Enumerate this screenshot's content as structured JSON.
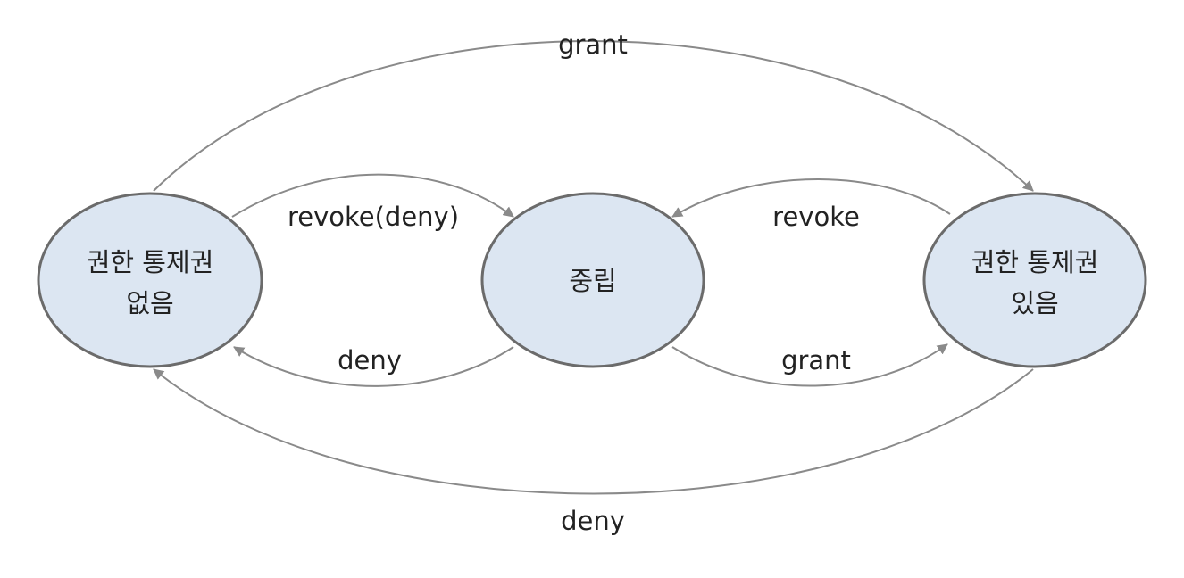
{
  "nodes": [
    {
      "id": "no-control",
      "lines": [
        "권한 통제권",
        "없음"
      ]
    },
    {
      "id": "neutral",
      "lines": [
        "중립"
      ]
    },
    {
      "id": "has-control",
      "lines": [
        "권한 통제권",
        "있음"
      ]
    }
  ],
  "edges": [
    {
      "id": "grant-top",
      "from": "no-control",
      "to": "has-control",
      "label": "grant"
    },
    {
      "id": "revoke-deny",
      "from": "no-control",
      "to": "neutral",
      "label": "revoke(deny)"
    },
    {
      "id": "revoke",
      "from": "has-control",
      "to": "neutral",
      "label": "revoke"
    },
    {
      "id": "deny-inner",
      "from": "neutral",
      "to": "no-control",
      "label": "deny"
    },
    {
      "id": "grant-inner",
      "from": "neutral",
      "to": "has-control",
      "label": "grant"
    },
    {
      "id": "deny-bottom",
      "from": "has-control",
      "to": "no-control",
      "label": "deny"
    }
  ],
  "colors": {
    "node_fill": "#dce6f2",
    "node_stroke": "#6b6b6b",
    "edge": "#8a8a8a",
    "text": "#222222"
  }
}
